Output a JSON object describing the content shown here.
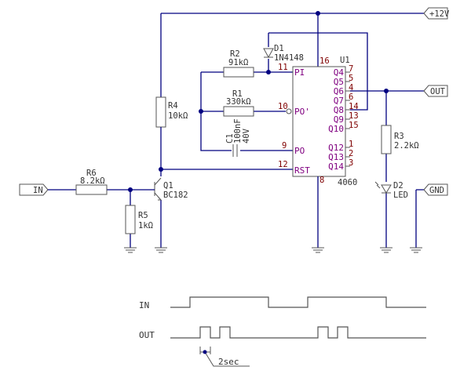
{
  "ports": {
    "vcc": "+12V",
    "out": "OUT",
    "in": "IN",
    "gnd": "GND"
  },
  "components": {
    "r1": {
      "ref": "R1",
      "value": "330kΩ"
    },
    "r2": {
      "ref": "R2",
      "value": "91kΩ"
    },
    "r3": {
      "ref": "R3",
      "value": "2.2kΩ"
    },
    "r4": {
      "ref": "R4",
      "value": "10kΩ"
    },
    "r5": {
      "ref": "R5",
      "value": "1kΩ"
    },
    "r6": {
      "ref": "R6",
      "value": "8.2kΩ"
    },
    "c1": {
      "ref": "C1",
      "value": "100nF",
      "voltage": "40V"
    },
    "d1": {
      "ref": "D1",
      "value": "1N4148"
    },
    "d2": {
      "ref": "D2",
      "value": "LED"
    },
    "q1": {
      "ref": "Q1",
      "value": "BC182"
    },
    "u1": {
      "ref": "U1",
      "value": "4060"
    }
  },
  "ic_pins": {
    "left": [
      {
        "name": "PI",
        "num": "11"
      },
      {
        "name": "PO'",
        "num": "10"
      },
      {
        "name": "PO",
        "num": "9"
      },
      {
        "name": "RST",
        "num": "12"
      }
    ],
    "right": [
      {
        "name": "Q4",
        "num": "7"
      },
      {
        "name": "Q5",
        "num": "5"
      },
      {
        "name": "Q6",
        "num": "4"
      },
      {
        "name": "Q7",
        "num": "6"
      },
      {
        "name": "Q8",
        "num": "14"
      },
      {
        "name": "Q9",
        "num": "13"
      },
      {
        "name": "Q10",
        "num": "15"
      },
      {
        "name": "Q12",
        "num": "1"
      },
      {
        "name": "Q13",
        "num": "2"
      },
      {
        "name": "Q14",
        "num": "3"
      }
    ],
    "top": {
      "num": "16"
    },
    "bottom": {
      "num": "8"
    }
  },
  "timing": {
    "in_label": "IN",
    "out_label": "OUT",
    "period_label": "2sec"
  }
}
